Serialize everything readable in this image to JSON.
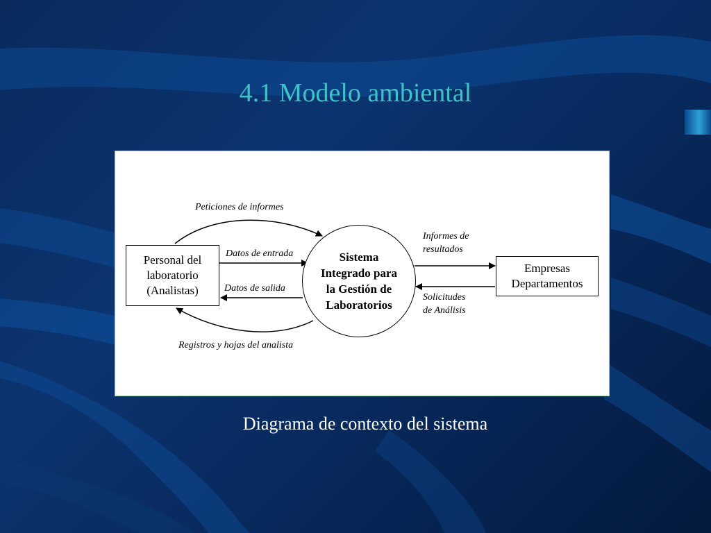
{
  "slide": {
    "title": "4.1 Modelo ambiental",
    "caption": "Diagrama de contexto del sistema"
  },
  "diagram": {
    "entity_left": {
      "lines": [
        "Personal del",
        "laboratorio",
        "(Analistas)"
      ]
    },
    "process": {
      "lines": [
        "Sistema",
        "Integrado para",
        "la Gestión de",
        "Laboratorios"
      ]
    },
    "entity_right": {
      "lines": [
        "Empresas",
        "Departamentos"
      ]
    },
    "flows": {
      "peticiones": "Peticiones de informes",
      "datos_entrada": "Datos de entrada",
      "datos_salida": "Datos de salida",
      "registros": "Registros y hojas del analista",
      "informes_1": "Informes de",
      "informes_2": "resultados",
      "solicitudes_1": "Solicitudes",
      "solicitudes_2": "de Análisis"
    }
  }
}
